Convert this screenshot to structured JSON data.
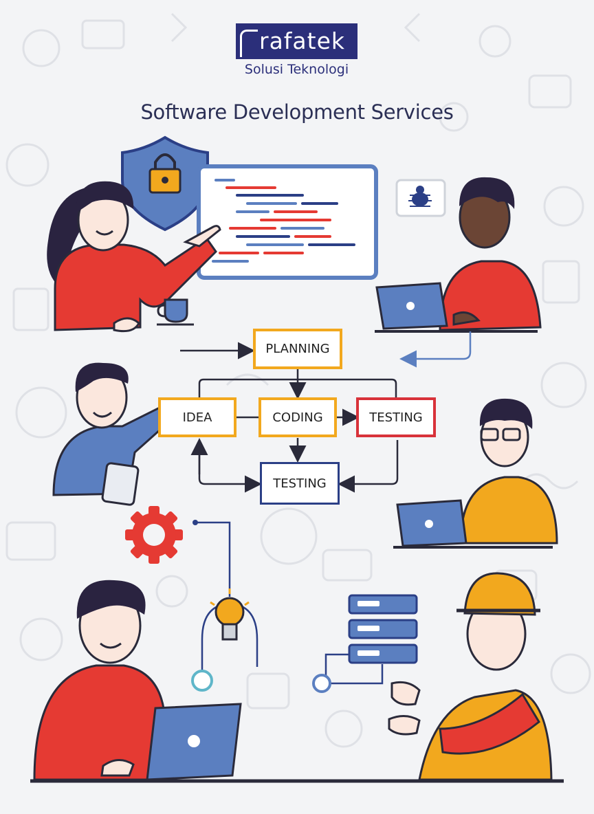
{
  "brand": {
    "name": "rafatek",
    "tagline": "Solusi Teknologi"
  },
  "title": "Software Development Services",
  "flow": {
    "planning": "PLANNING",
    "idea": "IDEA",
    "coding": "CODING",
    "testing_right": "TESTING",
    "testing_bottom": "TESTING"
  },
  "colors": {
    "navy": "#2b2f7a",
    "red": "#e53a33",
    "blue": "#5b7fc0",
    "yellow": "#f2a81e",
    "skin_dark": "#6b4535",
    "skin": "#fbe7dd"
  },
  "illustrations": [
    "presenter-woman",
    "shield-lock-icon",
    "code-screen",
    "bug-icon",
    "coffee-cup-icon",
    "developer-man-laptop",
    "tablet-man",
    "glasses-man-laptop",
    "gear-icon",
    "lightbulb-icon",
    "server-stack-icon",
    "laptop-man",
    "hardhat-engineer"
  ]
}
